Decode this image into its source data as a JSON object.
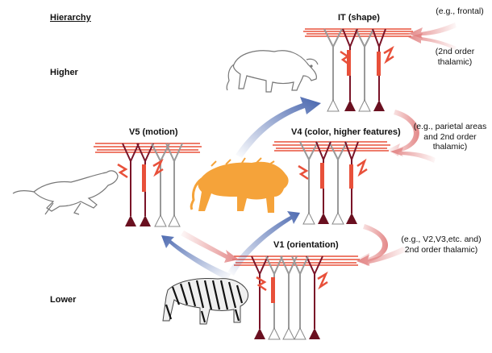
{
  "hierarchy": {
    "title": "Hierarchy",
    "higher": "Higher",
    "lower": "Lower"
  },
  "areas": {
    "it": "IT (shape)",
    "v4": "V4 (color, higher features)",
    "v5": "V5 (motion)",
    "v1": "V1 (orientation)"
  },
  "inputs": {
    "it_frontal": "(e.g., frontal)",
    "it_thalamic": "(2nd order thalamic)",
    "v4_parietal": "(e.g., parietal areas and 2nd order thalamic)",
    "v1_v2v3": "(e.g., V2,V3,etc. and) 2nd order thalamic)"
  },
  "colors": {
    "feedforward_arrow": "#3a5aa8",
    "feedback_arrow": "#e07a7a",
    "layer_lines": "#e8503a",
    "pyramid_dark": "#6a1020",
    "pyramid_light": "#ffffff",
    "tiger_orange": "#f5a33a"
  },
  "icons": [
    "lion-outline",
    "cat-running",
    "tiger-orange",
    "tiger-striped",
    "pyramidal-neuron"
  ]
}
